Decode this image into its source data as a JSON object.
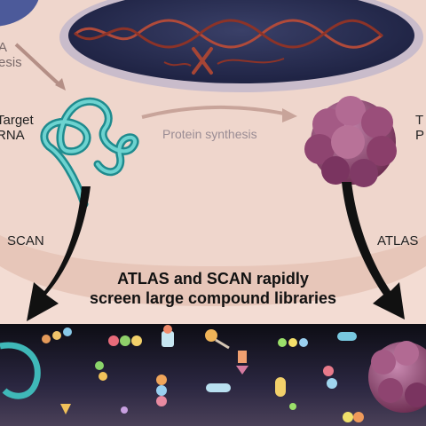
{
  "labels": {
    "top_left_partial": "A\nesis",
    "target_rna": "Target\nRNA",
    "protein_synthesis": "Protein synthesis",
    "target_protein_partial": "T\nP",
    "scan": "SCAN",
    "atlas": "ATLAS",
    "headline_line1": "ATLAS and SCAN rapidly",
    "headline_line2": "screen large compound libraries"
  },
  "colors": {
    "cell_cytoplasm": "#efd6cc",
    "cell_membrane": "#e6c3b6",
    "nucleus_fill": "#2a2f4e",
    "nucleus_rim": "#c6b7c8",
    "dna": "#b04a3a",
    "rna": "#3fb8b8",
    "protein": "#8d3e6a",
    "library_bg": "#1a1a2a",
    "arrow": "#111111"
  }
}
